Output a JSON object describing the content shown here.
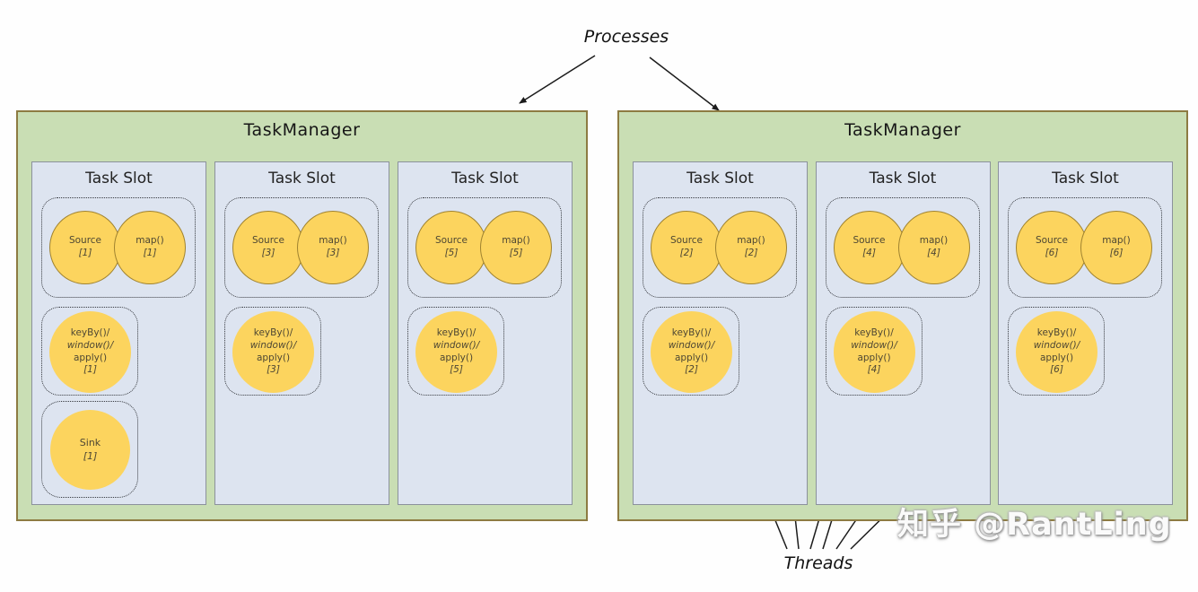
{
  "labels": {
    "processes": "Processes",
    "threads": "Threads"
  },
  "watermark": "知乎 @RantLing",
  "colors": {
    "taskmanager_fill": "#c9deb4",
    "taskmanager_border": "#8d7b42",
    "slot_fill": "#dde4f0",
    "slot_border": "#8b919c",
    "operator_fill": "#fcd45e",
    "operator_border": "#a08330",
    "arrow": "#1b1b1b",
    "background": "#fefefe"
  },
  "taskmanagers": [
    {
      "title": "TaskManager",
      "slots": [
        {
          "title": "Task Slot",
          "chain": {
            "left": {
              "name": "Source",
              "index": "[1]"
            },
            "right": {
              "name": "map()",
              "index": "[1]"
            }
          },
          "keyby": {
            "line1": "keyBy()/",
            "line2": "window()/",
            "line3": "apply()",
            "index": "[1]"
          },
          "sink": {
            "name": "Sink",
            "index": "[1]"
          }
        },
        {
          "title": "Task Slot",
          "chain": {
            "left": {
              "name": "Source",
              "index": "[3]"
            },
            "right": {
              "name": "map()",
              "index": "[3]"
            }
          },
          "keyby": {
            "line1": "keyBy()/",
            "line2": "window()/",
            "line3": "apply()",
            "index": "[3]"
          }
        },
        {
          "title": "Task Slot",
          "chain": {
            "left": {
              "name": "Source",
              "index": "[5]"
            },
            "right": {
              "name": "map()",
              "index": "[5]"
            }
          },
          "keyby": {
            "line1": "keyBy()/",
            "line2": "window()/",
            "line3": "apply()",
            "index": "[5]"
          }
        }
      ]
    },
    {
      "title": "TaskManager",
      "slots": [
        {
          "title": "Task Slot",
          "chain": {
            "left": {
              "name": "Source",
              "index": "[2]"
            },
            "right": {
              "name": "map()",
              "index": "[2]"
            }
          },
          "keyby": {
            "line1": "keyBy()/",
            "line2": "window()/",
            "line3": "apply()",
            "index": "[2]"
          }
        },
        {
          "title": "Task Slot",
          "chain": {
            "left": {
              "name": "Source",
              "index": "[4]"
            },
            "right": {
              "name": "map()",
              "index": "[4]"
            }
          },
          "keyby": {
            "line1": "keyBy()/",
            "line2": "window()/",
            "line3": "apply()",
            "index": "[4]"
          }
        },
        {
          "title": "Task Slot",
          "chain": {
            "left": {
              "name": "Source",
              "index": "[6]"
            },
            "right": {
              "name": "map()",
              "index": "[6]"
            }
          },
          "keyby": {
            "line1": "keyBy()/",
            "line2": "window()/",
            "line3": "apply()",
            "index": "[6]"
          }
        }
      ]
    }
  ]
}
